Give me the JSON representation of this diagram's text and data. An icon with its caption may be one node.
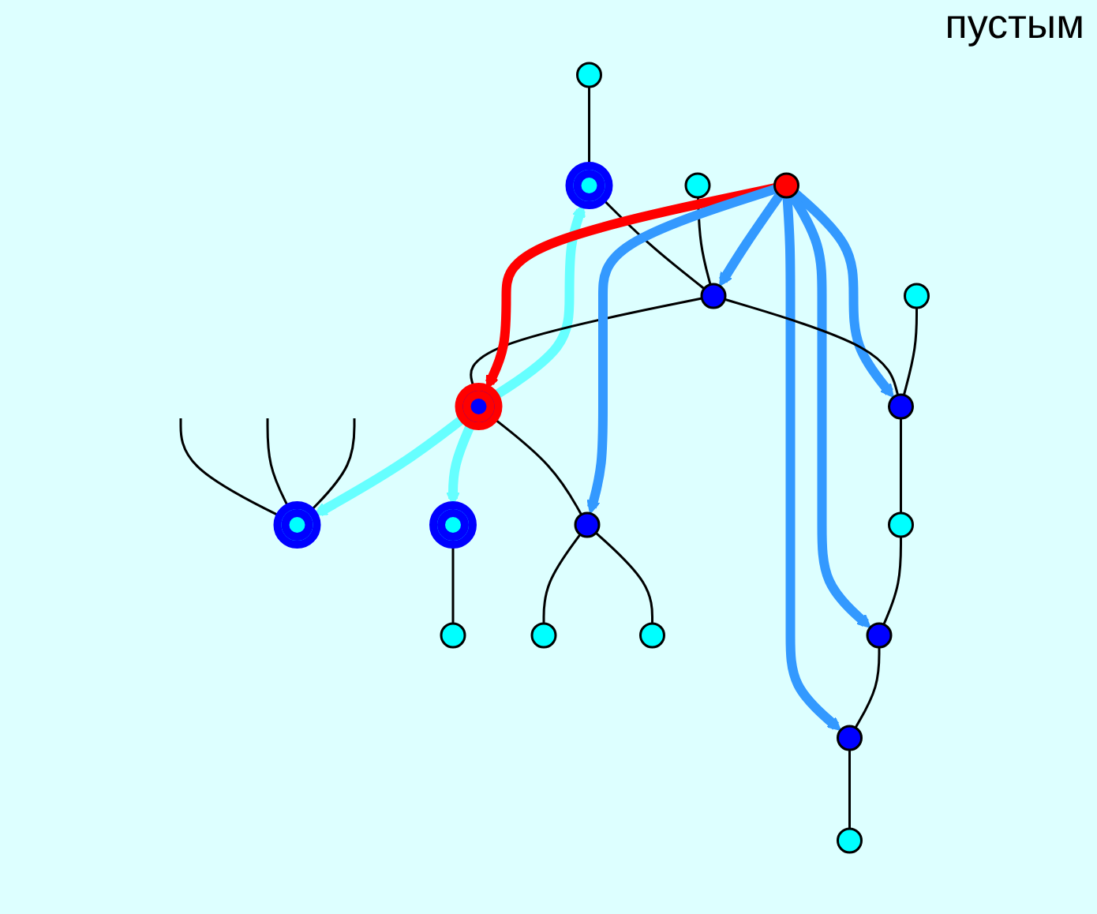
{
  "diagram": {
    "nodes": [
      {
        "text": [],
        "shape": "circle"
      },
      {
        "text": [],
        "shape": "circle"
      },
      {
        "text": [],
        "shape": "circle"
      },
      {
        "text": [],
        "shape": "circle"
      },
      {
        "text": [],
        "shape": "circle"
      },
      {
        "text": [],
        "shape": "circle"
      },
      {
        "text": [],
        "shape": "circle"
      },
      {
        "text": [],
        "shape": "circle"
      },
      {
        "text": [],
        "shape": "circle"
      },
      {
        "text": [],
        "shape": "circle"
      },
      {
        "text": [],
        "shape": "circle"
      },
      {
        "text": [],
        "shape": "circle"
      },
      {
        "text": [],
        "shape": "circle"
      },
      {
        "text": [],
        "shape": "circle"
      },
      {
        "text": [],
        "shape": "circle"
      },
      {
        "text": [],
        "shape": "circle"
      },
      {
        "text": [],
        "shape": "circle"
      },
      {
        "text": [],
        "shape": "circle"
      }
    ],
    "edges": [
      {
        "from": null,
        "to": 2,
        "arrow": "none"
      },
      {
        "from": null,
        "to": 2,
        "arrow": "none"
      },
      {
        "from": null,
        "to": 2,
        "arrow": "none"
      },
      {
        "from": 0,
        "to": 1,
        "arrow": "none"
      },
      {
        "from": 3,
        "to": 4,
        "arrow": "none"
      },
      {
        "from": 7,
        "to": 1,
        "arrow": "to",
        "style": "thick",
        "color": "#66ffff"
      },
      {
        "from": 7,
        "to": 2,
        "arrow": "to",
        "style": "thick",
        "color": "#66ffff"
      },
      {
        "from": 7,
        "to": 3,
        "arrow": "to",
        "style": "thick",
        "color": "#66ffff"
      },
      {
        "from": 1,
        "to": 6,
        "arrow": "none"
      },
      {
        "from": 5,
        "to": 6,
        "arrow": "none"
      },
      {
        "from": 6,
        "to": 7,
        "arrow": "none"
      },
      {
        "from": 7,
        "to": 8,
        "arrow": "none"
      },
      {
        "from": 8,
        "to": 9,
        "arrow": "none"
      },
      {
        "from": 8,
        "to": 14,
        "arrow": "none"
      },
      {
        "from": 12,
        "to": 7,
        "arrow": "to",
        "style": "thick",
        "color": "#ff0000"
      },
      {
        "from": 12,
        "to": 6,
        "arrow": "to",
        "style": "thick",
        "color": "#3399ff"
      },
      {
        "from": 12,
        "to": 8,
        "arrow": "to",
        "style": "thick",
        "color": "#3399ff"
      },
      {
        "from": 12,
        "to": 11,
        "arrow": "to",
        "style": "thick",
        "color": "#3399ff"
      },
      {
        "from": 12,
        "to": 13,
        "arrow": "to",
        "style": "thick",
        "color": "#3399ff"
      },
      {
        "from": 12,
        "to": 16,
        "arrow": "to",
        "style": "thick",
        "color": "#3399ff"
      },
      {
        "from": 6,
        "to": 11,
        "arrow": "none"
      },
      {
        "from": 10,
        "to": 11,
        "arrow": "none"
      },
      {
        "from": 11,
        "to": 15,
        "arrow": "none"
      },
      {
        "from": 15,
        "to": 16,
        "arrow": "none"
      },
      {
        "from": 16,
        "to": 13,
        "arrow": "none"
      },
      {
        "from": 13,
        "to": 17,
        "arrow": "none"
      }
    ],
    "labels": [
      "пустым"
    ]
  }
}
